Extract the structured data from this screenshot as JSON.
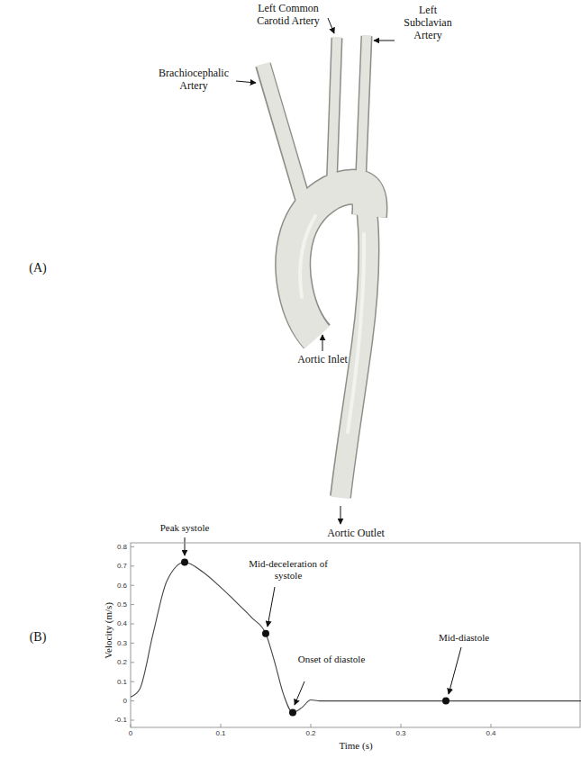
{
  "diagram": {
    "labels": [
      "Brachiocephalic Artery",
      "Left Common Carotid Artery",
      "Left Subclavian Artery",
      "(A)",
      "Aortic Inlet",
      "Aortic Outlet",
      "(B)",
      "Peak systole",
      "Mid-deceleration of systole",
      "Onset of diastole",
      "Mid-diastole",
      "Velocity (m/s)",
      "Time (s)",
      "0.8",
      "0.7",
      "0.6",
      "0.5",
      "0.4",
      "0.3",
      "0.2",
      "0.1",
      "0",
      "-0.1",
      "0",
      "0.1",
      "0.2",
      "0.3",
      "0.4"
    ]
  }
}
